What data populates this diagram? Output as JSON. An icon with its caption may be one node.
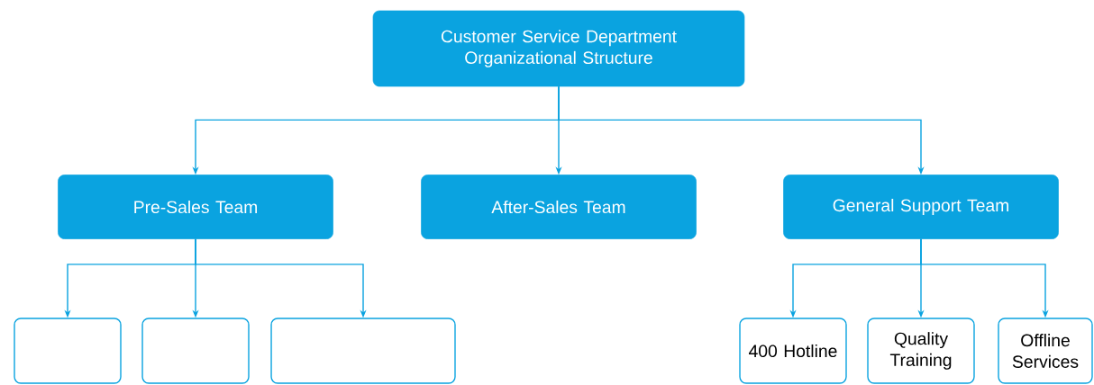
{
  "diagram": {
    "nodes": [
      {
        "text": [
          "Customer Service Department Organizational Structure"
        ]
      },
      {
        "text": [
          "Pre-Sales Team"
        ]
      },
      {
        "text": [
          "After-Sales Team"
        ]
      },
      {
        "text": [
          "General Support Team"
        ]
      },
      {
        "text": [],
        "shape": "box"
      },
      {
        "text": [],
        "shape": "box"
      },
      {
        "text": [],
        "shape": "box"
      },
      {
        "text": [
          "400 Hotline"
        ]
      },
      {
        "text": [
          "Quality Training"
        ]
      },
      {
        "text": [
          "Offline Services"
        ]
      }
    ],
    "edges": [
      {
        "from": 0,
        "to": 1,
        "arrow": "to"
      },
      {
        "from": 0,
        "to": 2,
        "arrow": "to"
      },
      {
        "from": 0,
        "to": 3,
        "arrow": "to"
      },
      {
        "from": 1,
        "to": 4,
        "arrow": "to"
      },
      {
        "from": 1,
        "to": 5,
        "arrow": "to"
      },
      {
        "from": 1,
        "to": 6,
        "arrow": "to"
      },
      {
        "from": 3,
        "to": 7,
        "arrow": "to"
      },
      {
        "from": 3,
        "to": 8,
        "arrow": "to"
      },
      {
        "from": 3,
        "to": 9,
        "arrow": "to"
      }
    ]
  }
}
